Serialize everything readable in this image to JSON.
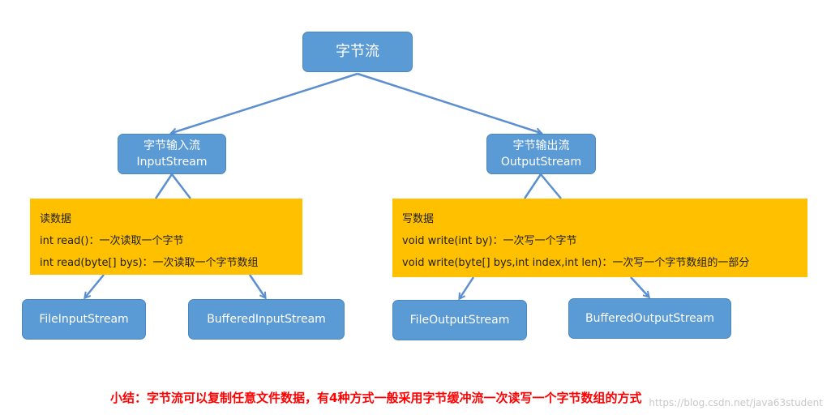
{
  "root": {
    "label": "字节流"
  },
  "input_stream": {
    "line1": "字节输入流",
    "line2": "InputStream"
  },
  "output_stream": {
    "line1": "字节输出流",
    "line2": "OutputStream"
  },
  "read_box": {
    "title": "读数据",
    "lines": [
      "int read()：一次读取一个字节",
      "int read(byte[] bys)：一次读取一个字节数组"
    ]
  },
  "write_box": {
    "title": "写数据",
    "lines": [
      "void write(int by)：一次写一个字节",
      "void write(byte[] bys,int index,int len)：一次写一个字节数组的一部分"
    ]
  },
  "leaves": {
    "file_input": "FileInputStream",
    "buffered_input": "BufferedInputStream",
    "file_output": "FileOutputStream",
    "buffered_output": "BufferedOutputStream"
  },
  "summary": "小结：字节流可以复制任意文件数据，有4种方式一般采用字节缓冲流一次读写一个字节数组的方式",
  "watermark": "https://blog.csdn.net/java63student",
  "colors": {
    "node": "#5b9bd5",
    "box": "#ffc000",
    "summary": "#ff0000",
    "connector": "#5b8fcf"
  }
}
